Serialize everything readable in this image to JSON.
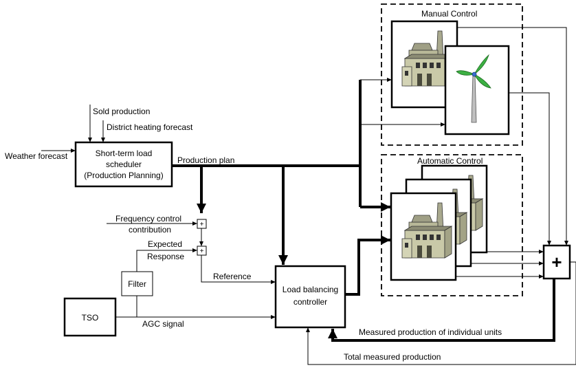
{
  "inputs": {
    "weather_forecast": "Weather forecast",
    "sold_production": "Sold production",
    "district_heating_forecast": "District heating forecast",
    "frequency_control_line1": "Frequency control",
    "frequency_control_line2": "contribution",
    "expected_line1": "Expected",
    "expected_line2": "Response"
  },
  "blocks": {
    "scheduler_line1": "Short-term load",
    "scheduler_line2": "scheduler",
    "scheduler_line3": "(Production Planning)",
    "filter": "Filter",
    "tso": "TSO",
    "controller_line1": "Load balancing",
    "controller_line2": "controller",
    "sum_symbol": "+",
    "small_sum_symbol": "+"
  },
  "groups": {
    "manual_control": "Manual Control",
    "automatic_control": "Automatic Control"
  },
  "signals": {
    "production_plan": "Production plan",
    "reference": "Reference",
    "agc_signal": "AGC signal",
    "measured_individual": "Measured production of individual units",
    "total_measured": "Total measured production"
  },
  "icons": {
    "plant": "power-plant-icon",
    "wind": "wind-turbine-icon"
  },
  "colors": {
    "line": "#000000",
    "plant_wall": "#c9c9a8",
    "turbine_blade": "#3cb043",
    "turbine_hub": "#3a6fd0",
    "turbine_tower": "#bfbfbf"
  }
}
